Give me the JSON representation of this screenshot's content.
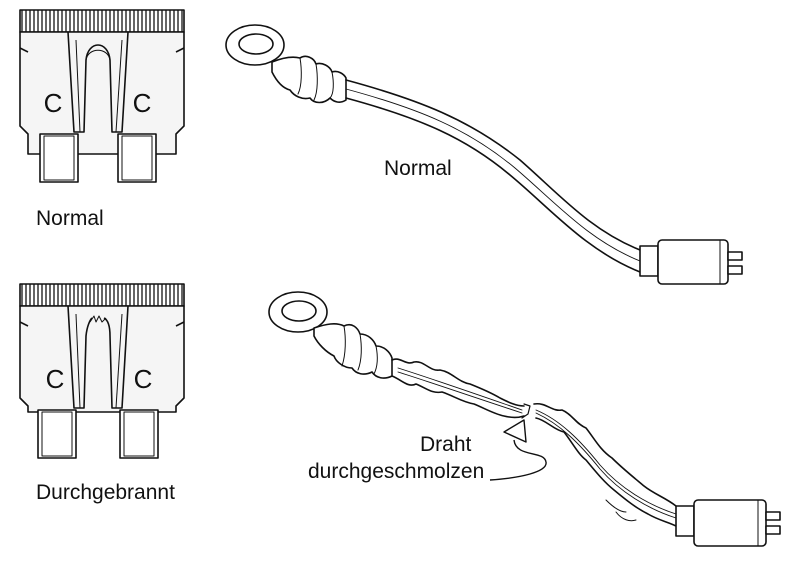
{
  "labels": {
    "fuse_normal": "Normal",
    "wire_normal": "Normal",
    "fuse_blown": "Durchgebrannt",
    "wire_melted_line1": "Draht",
    "wire_melted_line2": "durchgeschmolzen"
  },
  "fuse_terminal_letter": "C",
  "colors": {
    "line": "#111111",
    "fuse_body": "#f5f5f5",
    "background": "#ffffff"
  }
}
